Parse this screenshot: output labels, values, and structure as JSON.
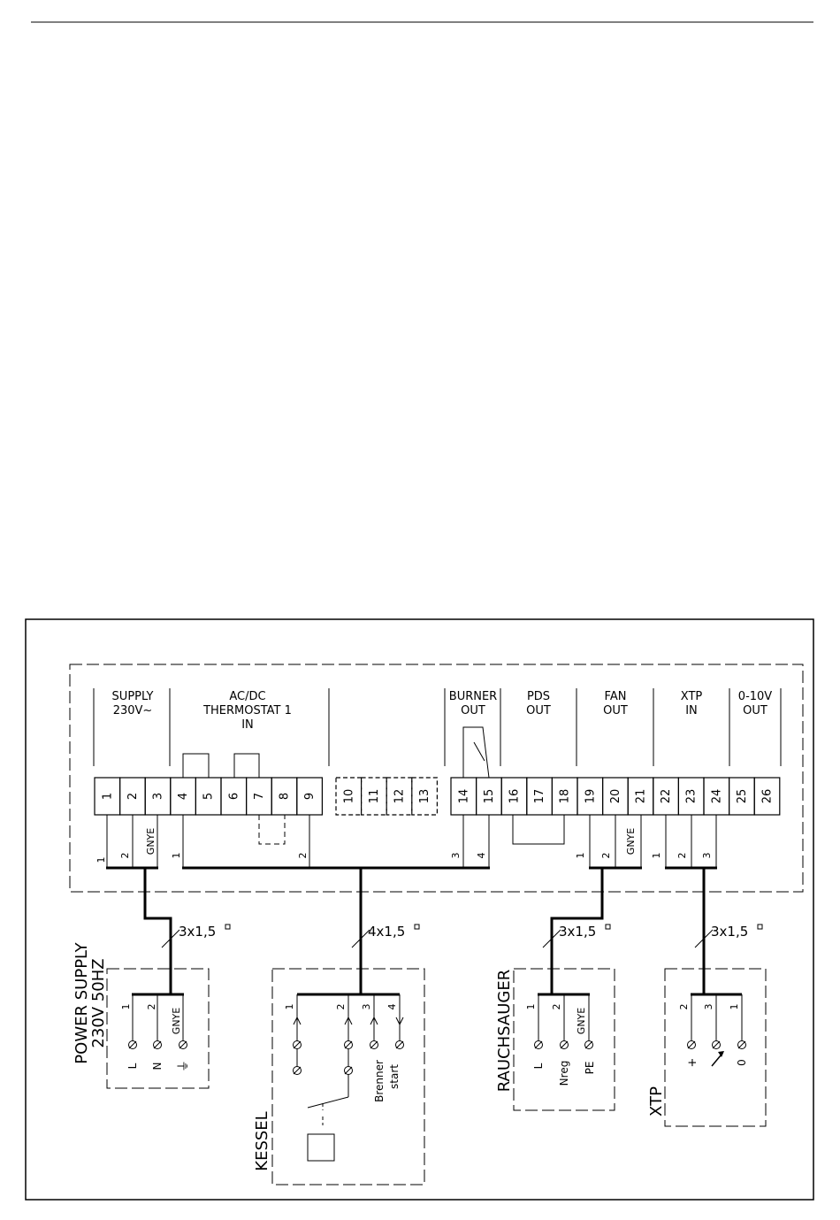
{
  "sections": {
    "supply": [
      "SUPPLY",
      "230V~"
    ],
    "thermostat": [
      "AC/DC",
      "THERMOSTAT  1",
      "IN"
    ],
    "burner": [
      "BURNER",
      "OUT"
    ],
    "pds": [
      "PDS",
      "OUT"
    ],
    "fan": [
      "FAN",
      "OUT"
    ],
    "xtp_in": [
      "XTP",
      "IN"
    ],
    "analog_out": [
      "0-10V",
      "OUT"
    ]
  },
  "terminals": [
    "1",
    "2",
    "3",
    "4",
    "5",
    "6",
    "7",
    "8",
    "9",
    "10",
    "11",
    "12",
    "13",
    "14",
    "15",
    "16",
    "17",
    "18",
    "19",
    "20",
    "21",
    "22",
    "23",
    "24",
    "25",
    "26"
  ],
  "wire_labels": {
    "supply": [
      "1",
      "2",
      "GNYE"
    ],
    "thermostat": [
      "1",
      "2"
    ],
    "burner": [
      "3",
      "4"
    ],
    "fan": [
      "1",
      "2",
      "GNYE"
    ],
    "xtp": [
      "1",
      "2",
      "3"
    ]
  },
  "cables": {
    "power": "3x1,5 ",
    "kessel": "4x1,5 ",
    "rauchsauger": "3x1,5 ",
    "xtp": "3x1,5 "
  },
  "devices": {
    "power_supply": {
      "title": [
        "POWER  SUPPLY",
        "230V  50HZ"
      ],
      "wires": [
        "1",
        "2",
        "GNYE"
      ],
      "terminals": [
        "L",
        "N",
        "⏚"
      ]
    },
    "kessel": {
      "title": "KESSEL",
      "wires": [
        "1",
        "2",
        "3",
        "4"
      ],
      "label": [
        "Brenner",
        "start"
      ]
    },
    "rauchsauger": {
      "title": "RAUCHSAUGER",
      "wires": [
        "1",
        "2",
        "GNYE"
      ],
      "terminals": [
        "L",
        "Nreg",
        "PE"
      ]
    },
    "xtp": {
      "title": "XTP",
      "wires": [
        "2",
        "3",
        "1"
      ],
      "terminals": [
        "+",
        "",
        "0"
      ]
    }
  }
}
